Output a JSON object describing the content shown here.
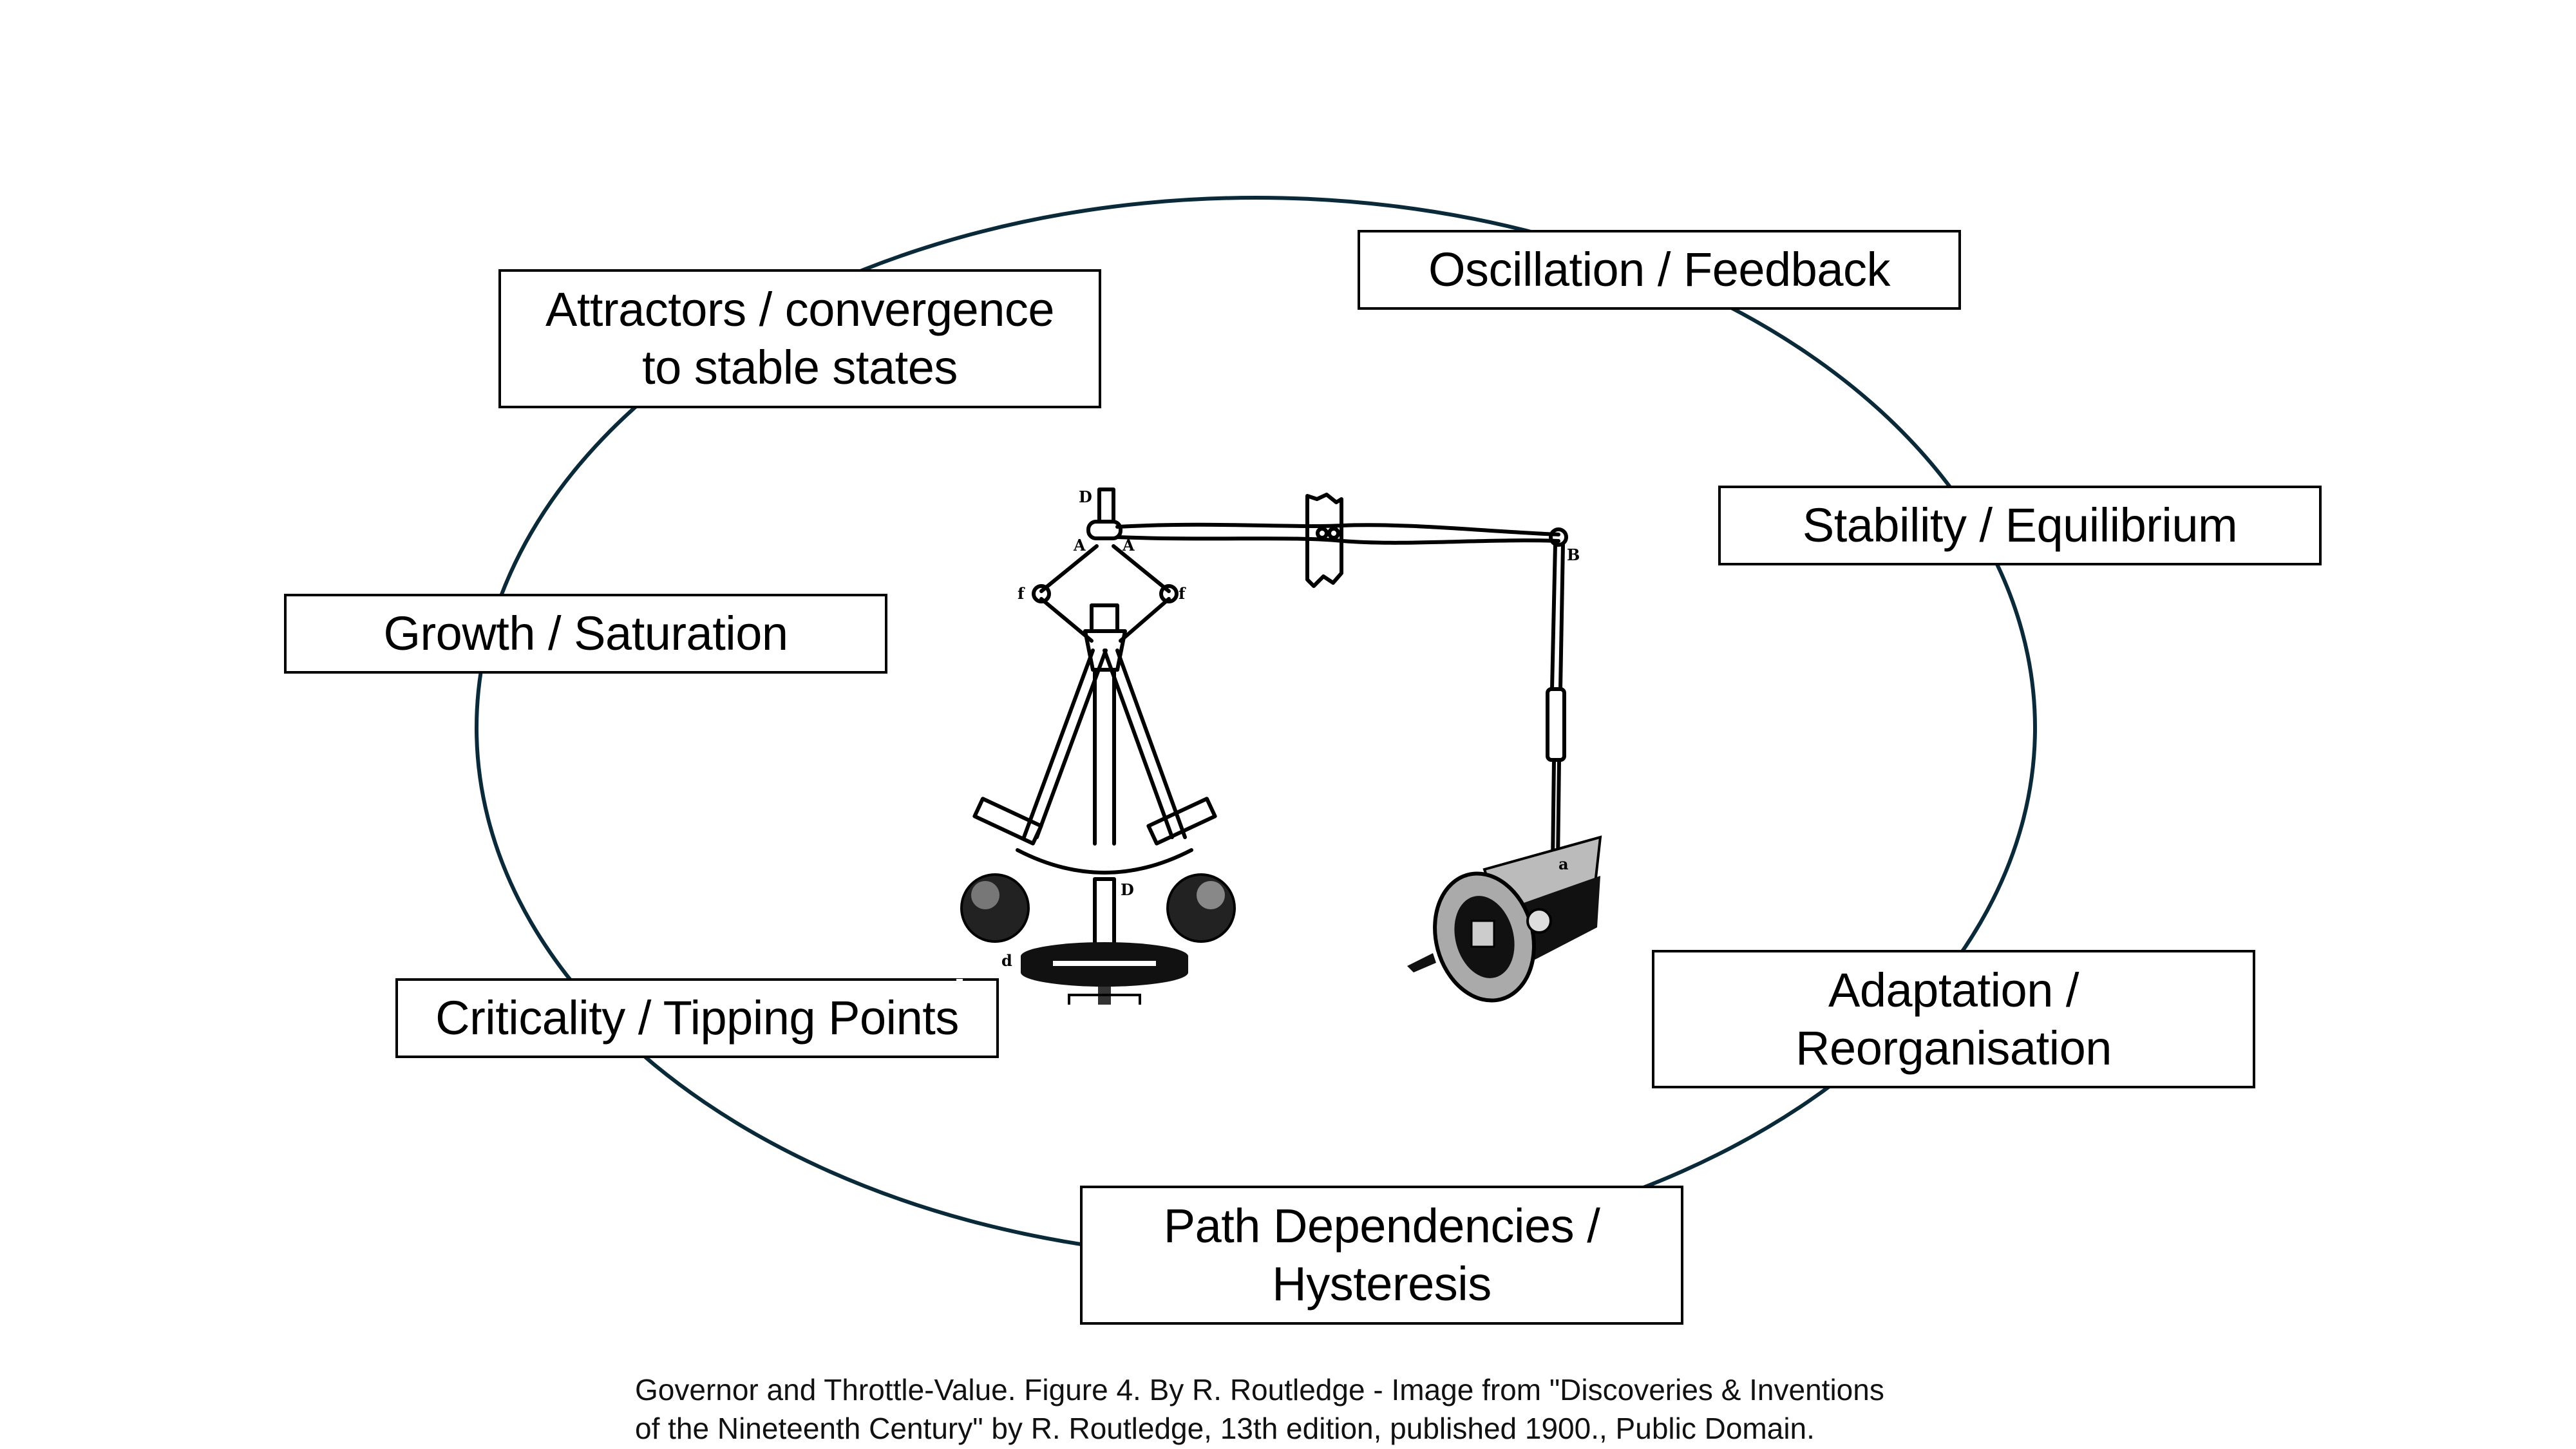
{
  "diagram": {
    "title": "Dynamical system concepts around the centrifugal governor",
    "ring_color": "#0a2a3a",
    "concepts": [
      {
        "id": "attractors",
        "label": "Attractors / convergence\nto stable states"
      },
      {
        "id": "oscillation",
        "label": "Oscillation / Feedback"
      },
      {
        "id": "stability",
        "label": "Stability / Equilibrium"
      },
      {
        "id": "growth",
        "label": "Growth / Saturation"
      },
      {
        "id": "criticality",
        "label": "Criticality / Tipping Points"
      },
      {
        "id": "adaptation",
        "label": "Adaptation /\nReorganisation"
      },
      {
        "id": "path",
        "label": "Path Dependencies /\nHysteresis"
      }
    ],
    "illustration": {
      "subject": "Centrifugal governor and throttle-valve engraving",
      "labels": [
        "D",
        "A",
        "A",
        "f",
        "f",
        "B",
        "D",
        "d",
        "a"
      ]
    }
  },
  "caption": {
    "line1": "Governor and Throttle-Value. Figure 4. By R. Routledge - Image from \"Discoveries & Inventions",
    "line2": "of the Nineteenth Century\" by R. Routledge, 13th edition, published 1900., Public Domain."
  }
}
